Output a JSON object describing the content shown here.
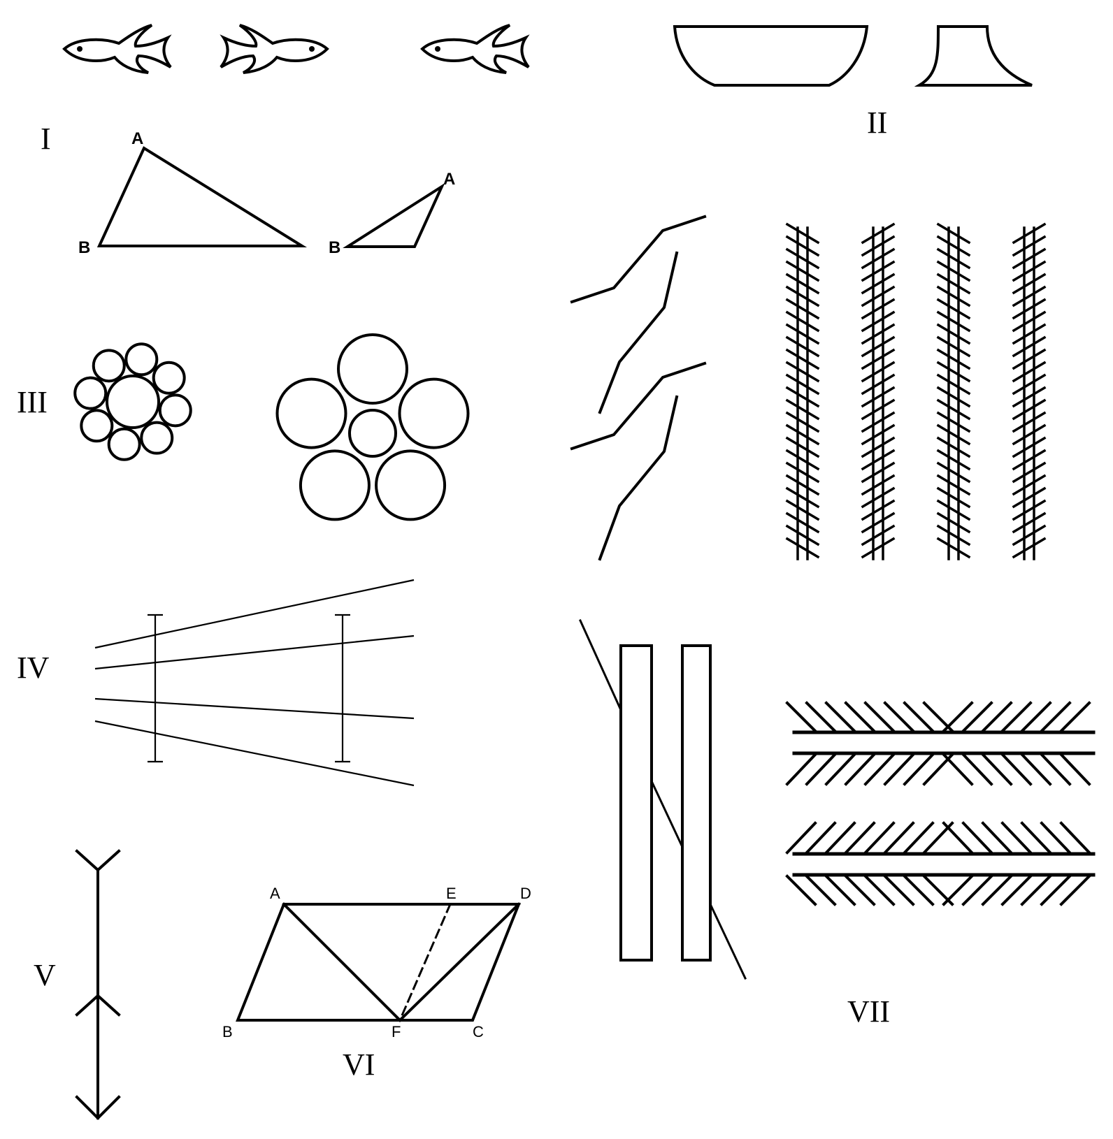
{
  "panel_labels": {
    "I": "I",
    "II": "II",
    "III": "III",
    "IV": "IV",
    "V": "V",
    "VI": "VI",
    "VII": "VII"
  },
  "triangle_points": {
    "left_A": "A",
    "left_B": "B",
    "right_A": "A",
    "right_B": "B"
  },
  "parallelogram_points": {
    "A": "A",
    "B": "B",
    "C": "C",
    "D": "D",
    "E": "E",
    "F": "F"
  },
  "colors": {
    "ink": "#000000",
    "paper": "#ffffff"
  }
}
